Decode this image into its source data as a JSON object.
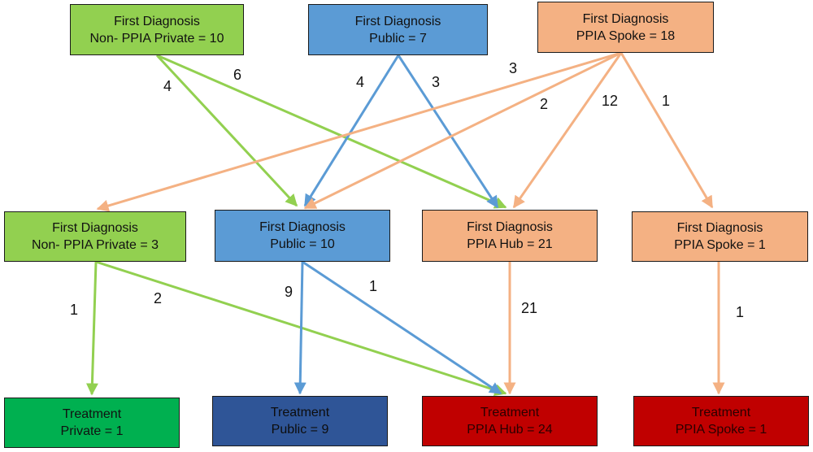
{
  "colors": {
    "green": "#92d050",
    "blue": "#5b9bd5",
    "peach": "#f4b183",
    "dark_green": "#00b050",
    "dark_blue": "#2f5597",
    "red": "#c00000"
  },
  "nodes": {
    "top_private": {
      "line1": "First Diagnosis",
      "line2": "Non- PPIA Private = 10"
    },
    "top_public": {
      "line1": "First Diagnosis",
      "line2": "Public = 7"
    },
    "top_spoke": {
      "line1": "First Diagnosis",
      "line2": "PPIA Spoke = 18"
    },
    "mid_private": {
      "line1": "First Diagnosis",
      "line2": "Non- PPIA Private = 3"
    },
    "mid_public": {
      "line1": "First Diagnosis",
      "line2": "Public = 10"
    },
    "mid_hub": {
      "line1": "First Diagnosis",
      "line2": "PPIA Hub = 21"
    },
    "mid_spoke": {
      "line1": "First Diagnosis",
      "line2": "PPIA Spoke = 1"
    },
    "bot_private": {
      "line1": "Treatment",
      "line2": "Private = 1"
    },
    "bot_public": {
      "line1": "Treatment",
      "line2": "Public = 9"
    },
    "bot_hub": {
      "line1": "Treatment",
      "line2": "PPIA Hub = 24"
    },
    "bot_spoke": {
      "line1": "Treatment",
      "line2": "PPIA Spoke = 1"
    }
  },
  "edge_labels": {
    "private_to_public": "4",
    "private_to_hub": "6",
    "public_to_public": "4",
    "public_to_hub": "3",
    "spoke_to_private": "3",
    "spoke_to_public": "2",
    "spoke_to_hub": "12",
    "spoke_to_spoke": "1",
    "mid_private_to_private": "1",
    "mid_private_to_hub": "2",
    "mid_public_to_public": "9",
    "mid_public_to_hub": "1",
    "mid_hub_to_hub": "21",
    "mid_spoke_to_spoke": "1"
  }
}
